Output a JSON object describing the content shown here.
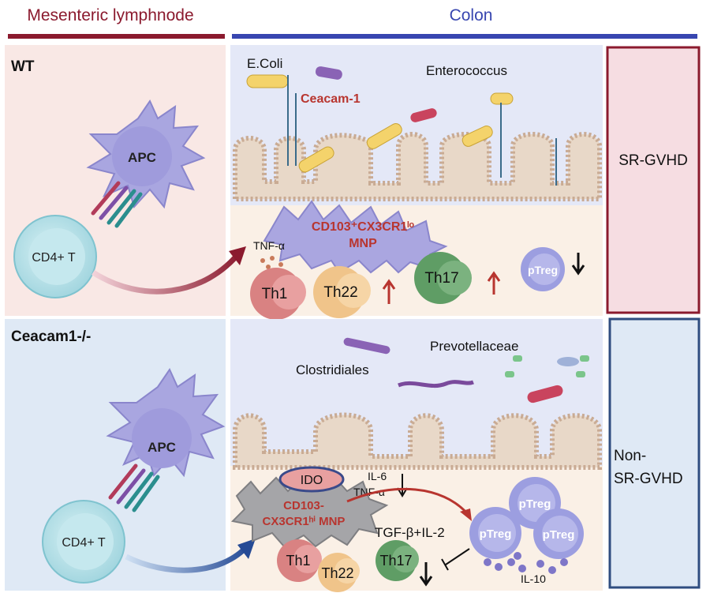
{
  "header": {
    "left_title": "Mesenteric lymphnode",
    "right_title": "Colon",
    "colors": {
      "left": "#8b1a2e",
      "right": "#3846b0"
    }
  },
  "wt": {
    "row_label": "WT",
    "apc": "APC",
    "cd4": "CD4+ T",
    "bacteria_1": "E.Coli",
    "bacteria_2": "Enterococcus",
    "ceacam": "Ceacam-1",
    "mnp_line1": "CD103⁺CX3CR1ˡᵒ",
    "mnp_line2": "MNP",
    "cytokine": "TNF-α",
    "th1": "Th1",
    "th22": "Th22",
    "th17": "Th17",
    "ptreg": "pTreg",
    "outcome": "SR-GVHD",
    "colors": {
      "bg": "#f9e8e5",
      "outcome_border": "#8b1a2e",
      "outcome_fill": "#f6dde2"
    }
  },
  "ko": {
    "row_label": "Ceacam1-/-",
    "apc": "APC",
    "cd4": "CD4+ T",
    "bacteria_1": "Prevotellaceae",
    "bacteria_2": "Clostridiales",
    "ido": "IDO",
    "cytokine_1": "IL-6",
    "cytokine_2": "TNF-α",
    "mnp_line1": "CD103-",
    "mnp_line2": "CX3CR1ʰⁱ MNP",
    "tgf": "TGF-β+IL-2",
    "th1": "Th1",
    "th22": "Th22",
    "th17": "Th17",
    "ptreg": "pTreg",
    "il10": "IL-10",
    "outcome_line1": "Non-",
    "outcome_line2": "SR-GVHD",
    "colors": {
      "bg": "#dfe9f5",
      "outcome_border": "#2f4d80",
      "outcome_fill": "#dfe9f5"
    }
  }
}
